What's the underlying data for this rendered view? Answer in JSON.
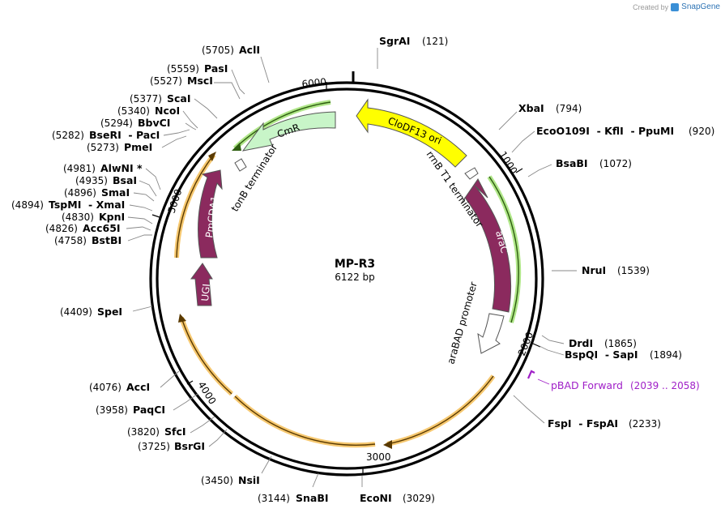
{
  "plasmid": {
    "name": "MP-R3",
    "length_label": "6122 bp",
    "length": 6122
  },
  "brand": {
    "created_by": "Created by",
    "app": "SnapGene"
  },
  "ticks": [
    {
      "pos": 1000,
      "label": "1000"
    },
    {
      "pos": 2000,
      "label": "2000"
    },
    {
      "pos": 3000,
      "label": "3000"
    },
    {
      "pos": 4000,
      "label": "4000"
    },
    {
      "pos": 5000,
      "label": "5000"
    },
    {
      "pos": 6000,
      "label": "6000"
    }
  ],
  "enzymes": [
    {
      "name": "SgrAI",
      "pos": "(121)"
    },
    {
      "name": "XbaI",
      "pos": "(794)"
    },
    {
      "name": "EcoO109I  - KflI  - PpuMI",
      "pos": "(920)"
    },
    {
      "name": "BsaBI",
      "pos": "(1072)"
    },
    {
      "name": "NruI",
      "pos": "(1539)"
    },
    {
      "name": "DrdI",
      "pos": "(1865)"
    },
    {
      "name": "BspQI  - SapI",
      "pos": "(1894)"
    },
    {
      "name": "FspI  - FspAI",
      "pos": "(2233)"
    },
    {
      "name": "EcoNI",
      "pos": "(3029)"
    },
    {
      "name": "SnaBI",
      "pos": "(3144)"
    },
    {
      "name": "NsiI",
      "pos": "(3450)"
    },
    {
      "name": "BsrGI",
      "pos": "(3725)"
    },
    {
      "name": "SfcI",
      "pos": "(3820)"
    },
    {
      "name": "PaqCI",
      "pos": "(3958)"
    },
    {
      "name": "AccI",
      "pos": "(4076)"
    },
    {
      "name": "SpeI",
      "pos": "(4409)"
    },
    {
      "name": "BstBI",
      "pos": "(4758)"
    },
    {
      "name": "Acc65I",
      "pos": "(4826)"
    },
    {
      "name": "KpnI",
      "pos": "(4830)"
    },
    {
      "name": "TspMI  - XmaI",
      "pos": "(4894)"
    },
    {
      "name": "SmaI",
      "pos": "(4896)"
    },
    {
      "name": "BsaI",
      "pos": "(4935)"
    },
    {
      "name": "AlwNI *",
      "pos": "(4981)"
    },
    {
      "name": "PmeI",
      "pos": "(5273)"
    },
    {
      "name": "BseRI  - PacI",
      "pos": "(5282)"
    },
    {
      "name": "BbvCI",
      "pos": "(5294)"
    },
    {
      "name": "NcoI",
      "pos": "(5340)"
    },
    {
      "name": "ScaI",
      "pos": "(5377)"
    },
    {
      "name": "MscI",
      "pos": "(5527)"
    },
    {
      "name": "PasI",
      "pos": "(5559)"
    },
    {
      "name": "AclI",
      "pos": "(5705)"
    }
  ],
  "primer": {
    "name": "pBAD Forward",
    "range": "(2039 .. 2058)",
    "color": "#a020c8"
  },
  "features": [
    {
      "name": "CloDF13 ori",
      "color": "#ffff00"
    },
    {
      "name": "CmR",
      "color": "#c8f5c8"
    },
    {
      "name": "araC",
      "color": "#8b2a5e"
    },
    {
      "name": "PmCDA1",
      "color": "#8b2a5e"
    },
    {
      "name": "UGI",
      "color": "#8b2a5e"
    },
    {
      "name": "araBAD promoter",
      "color": "#ffffff"
    },
    {
      "name": "rrnB T1 terminator",
      "color": "#ffffff"
    },
    {
      "name": "tonB terminator",
      "color": "#ffffff"
    }
  ],
  "colors": {
    "orf_orange": "#f0b040",
    "orf_green": "#7ac943",
    "backbone": "#000000"
  }
}
